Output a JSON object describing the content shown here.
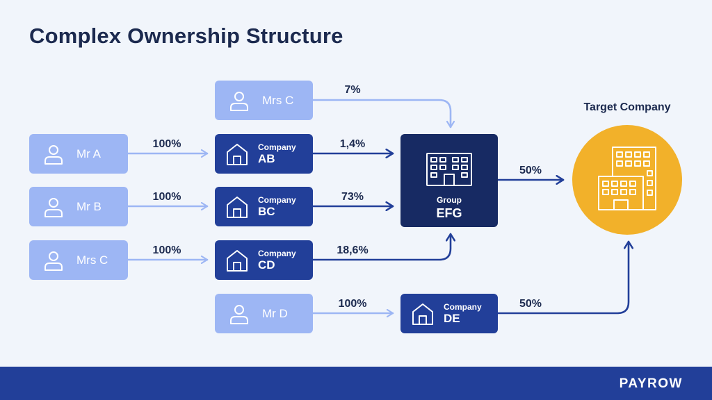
{
  "title": "Complex Ownership Structure",
  "nodes": {
    "mrs_c_top": {
      "label": "Mrs C",
      "icon": "person-icon"
    },
    "mr_a": {
      "label": "Mr A",
      "icon": "person-icon"
    },
    "mr_b": {
      "label": "Mr B",
      "icon": "person-icon"
    },
    "mrs_c": {
      "label": "Mrs C",
      "icon": "person-icon"
    },
    "mr_d": {
      "label": "Mr D",
      "icon": "person-icon"
    },
    "company_ab": {
      "word": "Company",
      "name": "AB",
      "icon": "house-icon"
    },
    "company_bc": {
      "word": "Company",
      "name": "BC",
      "icon": "house-icon"
    },
    "company_cd": {
      "word": "Company",
      "name": "CD",
      "icon": "house-icon"
    },
    "company_de": {
      "word": "Company",
      "name": "DE",
      "icon": "house-icon"
    },
    "group_efg": {
      "word": "Group",
      "name": "EFG",
      "icon": "office-building-icon"
    },
    "target": {
      "label": "Target Company",
      "icon": "buildings-icon"
    }
  },
  "edges": {
    "mrs_c_top_to_efg": "7%",
    "mr_a_to_ab": "100%",
    "ab_to_efg": "1,4%",
    "mr_b_to_bc": "100%",
    "bc_to_efg": "73%",
    "mrs_c_to_cd": "100%",
    "cd_to_efg": "18,6%",
    "mr_d_to_de": "100%",
    "efg_to_target": "50%",
    "de_to_target": "50%"
  },
  "footer": {
    "brand": "PAYROW"
  },
  "colors": {
    "background": "#f1f5fb",
    "person": "#9db6f4",
    "company": "#223f99",
    "group": "#172a63",
    "target": "#f2b12a",
    "title": "#1c2a4f"
  }
}
